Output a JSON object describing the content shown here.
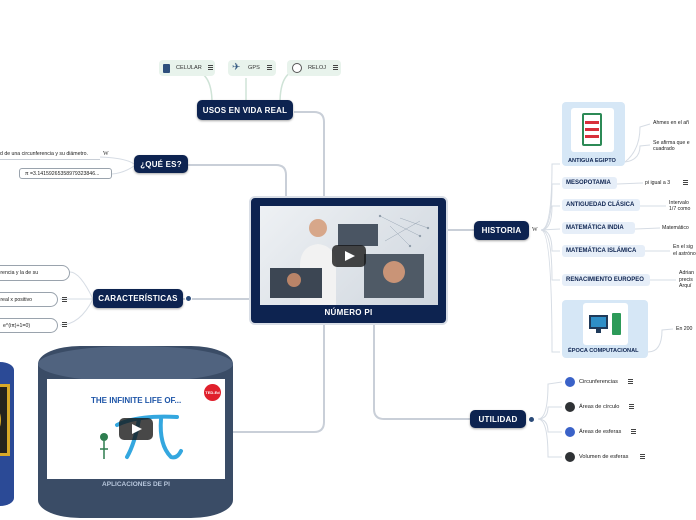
{
  "center": {
    "title": "NÚMERO PI"
  },
  "usos": {
    "label": "USOS EN VIDA REAL",
    "items": [
      {
        "label": "CELULAR",
        "icon": "phone-icon"
      },
      {
        "label": "GPS",
        "icon": "satellite-icon"
      },
      {
        "label": "RELOJ",
        "icon": "clock-icon"
      }
    ]
  },
  "que_es": {
    "label": "¿QUÉ ES?",
    "lines": [
      "d de una circunferencia y su diámetro.",
      "π =3.14159265358979323846..."
    ]
  },
  "caracteristicas": {
    "label": "CARACTERÍSTICAS",
    "lines": [
      "ferencia y la de su",
      "o real x positivo",
      "e^(iπ)+1=0)"
    ]
  },
  "aplicaciones": {
    "label": "APLICACIONES DE PI",
    "video_title": "THE INFINITE LIFE OF...",
    "video_badge": "TED-Ed"
  },
  "historia": {
    "label": "HISTORIA",
    "items": [
      {
        "label": "ANTIGUA EGIPTO",
        "notes": [
          "Ahmes en el añ",
          "Se afirma que e",
          "cuadrado"
        ]
      },
      {
        "label": "MESOPOTAMIA",
        "notes": [
          "pi igual a 3"
        ]
      },
      {
        "label": "ANTIGUEDAD CLÁSICA",
        "notes": [
          "Intervalo",
          "1/7 como"
        ]
      },
      {
        "label": "MATEMÁTICA INDIA",
        "notes": [
          "Matemático"
        ]
      },
      {
        "label": "MATEMÁTICA ISLÁMICA",
        "notes": [
          "En el sig",
          "el astróno"
        ]
      },
      {
        "label": "RENACIMIENTO EUROPEO",
        "notes": [
          "Adrian",
          "precis",
          "Arquí"
        ]
      },
      {
        "label": "ÉPOCA COMPUTACIONAL",
        "notes": [
          "En 200"
        ]
      }
    ]
  },
  "utilidad": {
    "label": "UTILIDAD",
    "items": [
      {
        "label": "Circunferencias",
        "color": "#3a62c8"
      },
      {
        "label": "Áreas de círculo",
        "color": "#2f3235"
      },
      {
        "label": "Áreas de esferas",
        "color": "#3a62c8"
      },
      {
        "label": "Volumen de esferas",
        "color": "#2f3235"
      }
    ]
  },
  "colors": {
    "node_fill": "#0d2350",
    "link": "#c9cfd8",
    "sub_fill": "#e6eef8"
  }
}
